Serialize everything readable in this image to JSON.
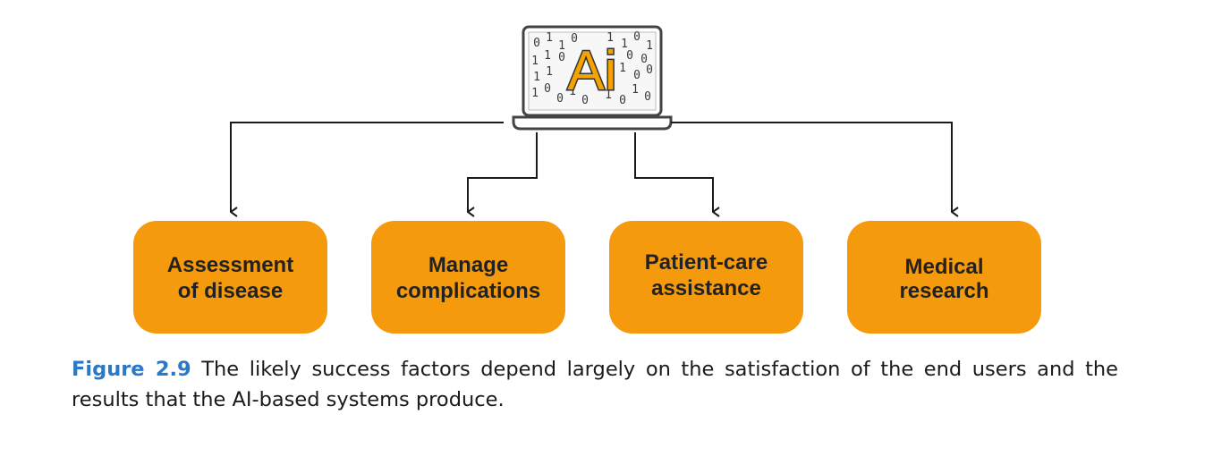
{
  "logo": {
    "text": "Ai",
    "bits": [
      "0",
      "1",
      "1",
      "0",
      "1",
      "1",
      "0",
      "1",
      "1",
      "0",
      "0",
      "1",
      "1",
      "0",
      "0",
      "1",
      "0",
      "0",
      "1",
      "0",
      "1",
      "0",
      "1",
      "0",
      "0",
      "1",
      "1"
    ]
  },
  "boxes": [
    {
      "line1": "Assessment",
      "line2": "of disease"
    },
    {
      "line1": "Manage",
      "line2": "complications"
    },
    {
      "line1": "Patient-care",
      "line2": "assistance"
    },
    {
      "line1": "Medical",
      "line2": "research"
    }
  ],
  "caption": {
    "label": "Figure 2.9",
    "text": " The likely success factors depend largely on the satisfaction of the end users and the results that the AI-based systems produce."
  },
  "colors": {
    "box_fill": "#f59a0c",
    "logo_letter": "#f5a300",
    "connector": "#1a1a1a",
    "caption_label": "#2a79c8"
  }
}
